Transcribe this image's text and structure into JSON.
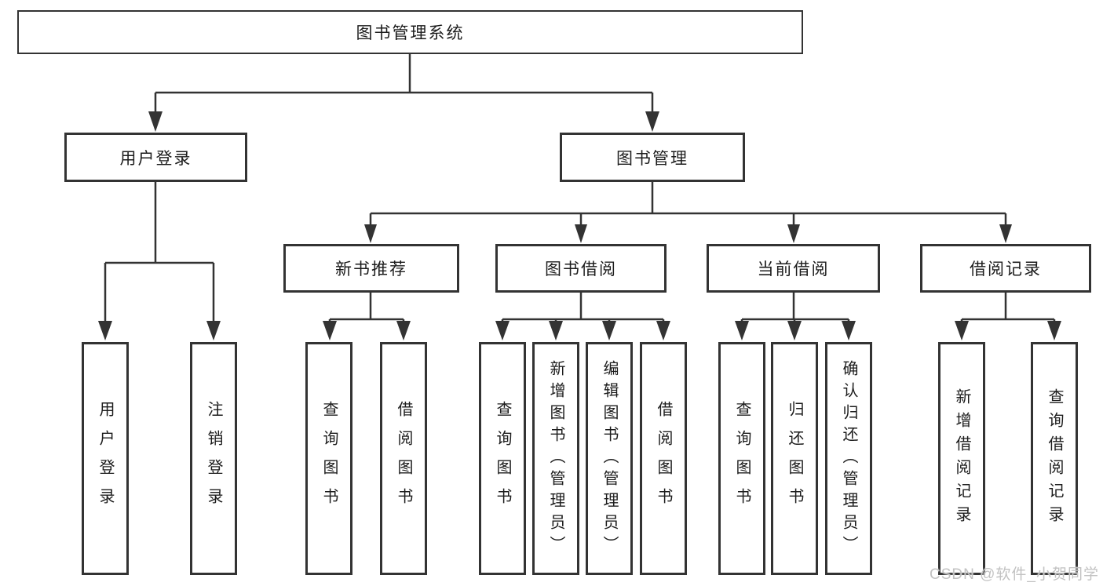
{
  "diagram": {
    "root": {
      "label": "图书管理系统"
    },
    "branches": [
      {
        "label": "用户登录",
        "children": [
          {
            "label": "用户登录"
          },
          {
            "label": "注销登录"
          }
        ]
      },
      {
        "label": "图书管理",
        "groups": [
          {
            "label": "新书推荐",
            "children": [
              {
                "label": "查询图书"
              },
              {
                "label": "借阅图书"
              }
            ]
          },
          {
            "label": "图书借阅",
            "children": [
              {
                "label": "查询图书"
              },
              {
                "label": "新增图书（管理员）"
              },
              {
                "label": "编辑图书（管理员）"
              },
              {
                "label": "借阅图书"
              }
            ]
          },
          {
            "label": "当前借阅",
            "children": [
              {
                "label": "查询图书"
              },
              {
                "label": "归还图书"
              },
              {
                "label": "确认归还（管理员）"
              }
            ]
          },
          {
            "label": "借阅记录",
            "children": [
              {
                "label": "新增借阅记录"
              },
              {
                "label": "查询借阅记录"
              }
            ]
          }
        ]
      }
    ]
  },
  "watermark": {
    "text": "CSDN @软件_小贺同学"
  },
  "colors": {
    "line": "#333333",
    "text": "#1c1c1c",
    "box_background": "#ffffff",
    "watermark": "#c2c2c2"
  }
}
